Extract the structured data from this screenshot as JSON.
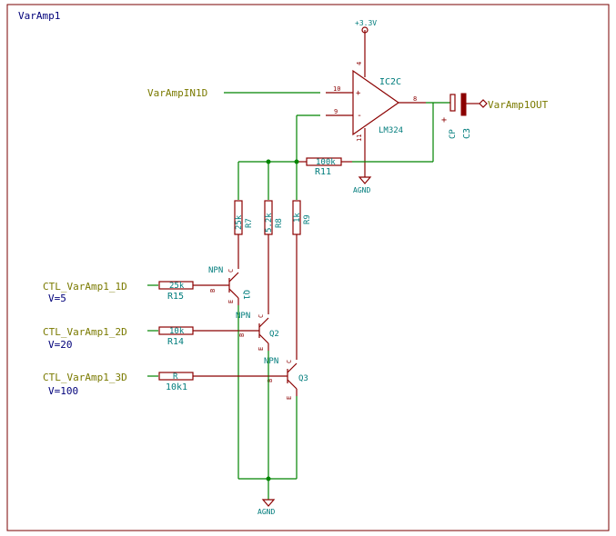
{
  "sheet_title": "VarAmp1",
  "opamp": {
    "ref": "IC2C",
    "value": "LM324",
    "pin_in_plus": "10",
    "pin_in_minus": "9",
    "pin_out": "8",
    "pin_vcc": "4",
    "pin_gnd": "11",
    "plus_sign": "+",
    "minus_sign": "-"
  },
  "power": {
    "vcc_label": "+3.3V",
    "gnd_label_top": "AGND",
    "gnd_label_bottom": "AGND"
  },
  "labels": {
    "input": "VarAmpIN1D",
    "output": "VarAmp1OUT",
    "ctl1": "CTL_VarAmp1_1D",
    "ctl2": "CTL_VarAmp1_2D",
    "ctl3": "CTL_VarAmp1_3D"
  },
  "gain_notes": {
    "g1": "V=5",
    "g2": "V=20",
    "g3": "V=100"
  },
  "resistors": {
    "r11": {
      "ref": "R11",
      "value": "100k"
    },
    "r7": {
      "ref": "R7",
      "value": "25k"
    },
    "r8": {
      "ref": "R8",
      "value": "5.2k"
    },
    "r9": {
      "ref": "R9",
      "value": "1k"
    },
    "r15": {
      "ref": "R15",
      "value": "25k"
    },
    "r14": {
      "ref": "R14",
      "value": "10k"
    },
    "r13": {
      "ref": "10k1",
      "value": "R"
    }
  },
  "capacitor": {
    "ref": "C3",
    "value": "CP"
  },
  "transistors": {
    "q1": {
      "ref": "Q1",
      "type": "NPN"
    },
    "q2": {
      "ref": "Q2",
      "type": "NPN"
    },
    "q3": {
      "ref": "Q3",
      "type": "NPN"
    }
  },
  "pin_letters": {
    "b": "B",
    "c": "C",
    "e": "E"
  },
  "colors": {
    "wire": "#008400",
    "part": "#8b0000",
    "ref": "#007c7c",
    "label": "#7a7a00",
    "note": "#00007a"
  }
}
